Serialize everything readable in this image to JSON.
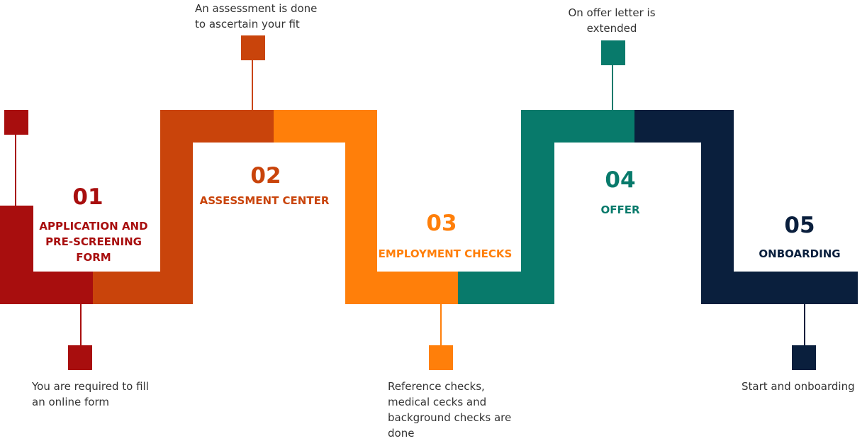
{
  "colors": {
    "step1": "#A80E0E",
    "step2": "#C9440B",
    "step3": "#FF7F0A",
    "step4": "#087A6B",
    "step5": "#0A1F3D",
    "text": "#333333"
  },
  "steps": [
    {
      "number": "01",
      "title_lines": [
        "APPLICATION AND",
        "PRE-SCREENING",
        "FORM"
      ],
      "description_lines": [
        "You are required to fill",
        "an online form"
      ]
    },
    {
      "number": "02",
      "title_lines": [
        "ASSESSMENT CENTER"
      ],
      "description_lines": [
        "An assessment is done",
        "to ascertain your fit"
      ]
    },
    {
      "number": "03",
      "title_lines": [
        "EMPLOYMENT CHECKS"
      ],
      "description_lines": [
        "Reference checks,",
        "medical cecks and",
        "background checks are",
        "done"
      ]
    },
    {
      "number": "04",
      "title_lines": [
        "OFFER"
      ],
      "description_lines": [
        "On offer letter is",
        "extended"
      ]
    },
    {
      "number": "05",
      "title_lines": [
        "ONBOARDING"
      ],
      "description_lines": [
        "Start and onboarding"
      ]
    }
  ]
}
